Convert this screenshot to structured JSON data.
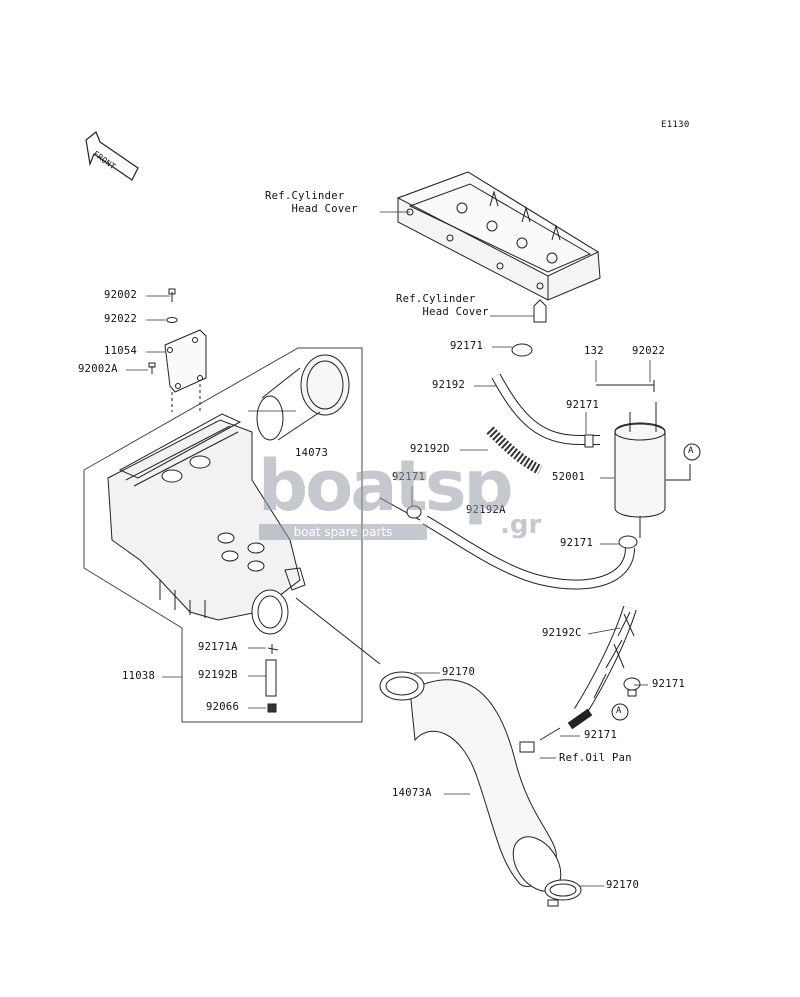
{
  "diagram_code": "E1130",
  "front_arrow": {
    "label": "FRONT",
    "icon": "front-arrow-icon"
  },
  "watermark": {
    "logo": "boatsp",
    "suffix": ".gr",
    "tagline": "boat spare parts"
  },
  "references": {
    "cylinder_head_cover_1": "Ref.Cylinder\n    Head Cover",
    "cylinder_head_cover_2": "Ref.Cylinder\n    Head Cover",
    "oil_pan": "Ref.Oil Pan"
  },
  "circle_marker": "A",
  "parts": {
    "p92002": "92002",
    "p92022_left": "92022",
    "p11054": "11054",
    "p92002A": "92002A",
    "p14073": "14073",
    "p11038": "11038",
    "p92171A": "92171A",
    "p92192B": "92192B",
    "p92066": "92066",
    "p92170_top": "92170",
    "p14073A": "14073A",
    "p92170_bottom": "92170",
    "p92171_top": "92171",
    "p92192": "92192",
    "p132": "132",
    "p92022_right": "92022",
    "p92171_mid": "92171",
    "p92192D": "92192D",
    "p92171_left": "92171",
    "p52001": "52001",
    "p92192A": "92192A",
    "p92171_tank": "92171",
    "p92192C": "92192C",
    "p92171_c": "92171",
    "p92171_bottom": "92171"
  }
}
